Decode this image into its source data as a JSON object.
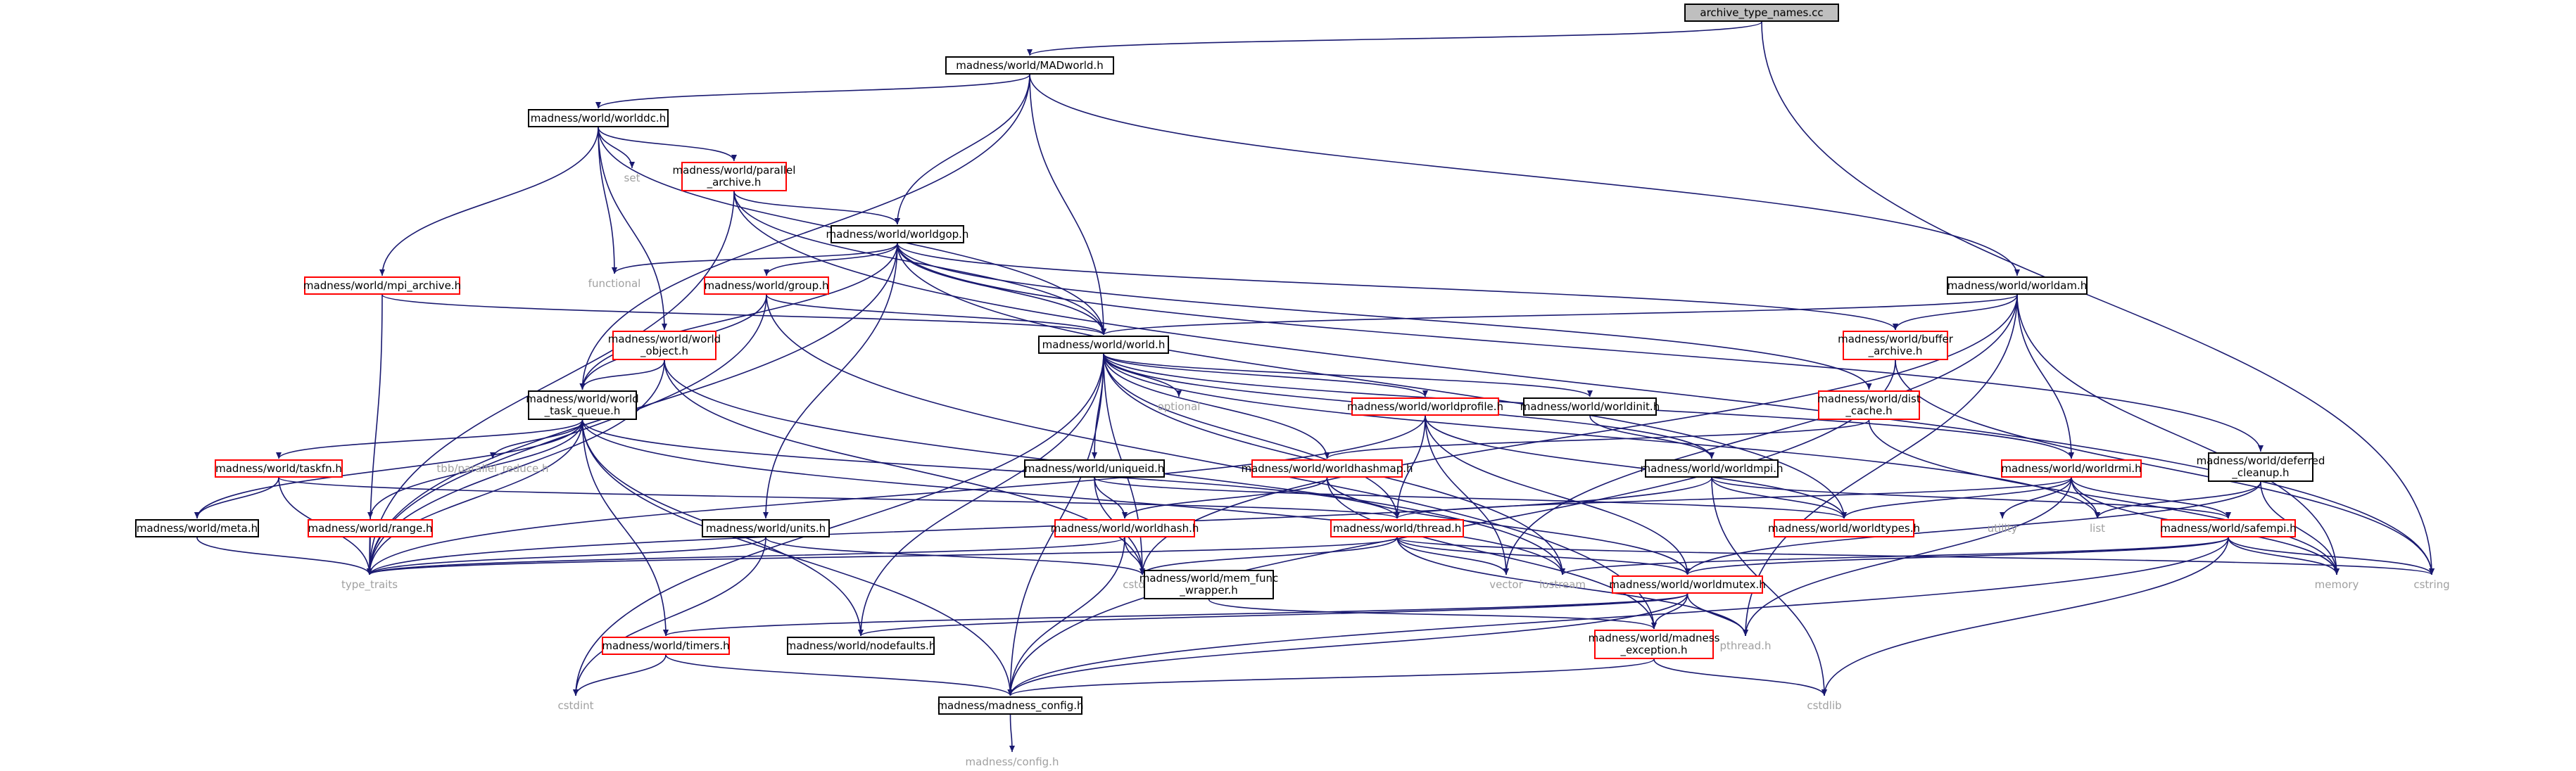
{
  "colors": {
    "edge": "#191970",
    "red_border": "#ff0000",
    "root_fill": "#bfbfbf",
    "system_text": "#a0a0a0"
  },
  "nodes": {
    "root": "archive_type_names.cc",
    "madworld": "madness/world/MADworld.h",
    "worlddc": "madness/world/worlddc.h",
    "parallel_archive": "madness/world/parallel\n_archive.h",
    "set": "set",
    "functional": "functional",
    "mpi_archive": "madness/world/mpi_archive.h",
    "worldgop": "madness/world/worldgop.h",
    "group": "madness/world/group.h",
    "world_object": "madness/world/world\n_object.h",
    "world_h": "madness/world/world.h",
    "optional": "optional",
    "worldam": "madness/world/worldam.h",
    "buffer_archive": "madness/world/buffer\n_archive.h",
    "dist_cache": "madness/world/dist\n_cache.h",
    "worldinit": "madness/world/worldinit.h",
    "worldprofile": "madness/world/worldprofile.h",
    "world_task_queue": "madness/world/world\n_task_queue.h",
    "tbb_parallel_reduce": "tbb/parallel_reduce.h",
    "taskfn": "madness/world/taskfn.h",
    "meta": "madness/world/meta.h",
    "range": "madness/world/range.h",
    "type_traits": "type_traits",
    "uniqueid": "madness/world/uniqueid.h",
    "worldhash": "madness/world/worldhash.h",
    "worldhashmap": "madness/world/worldhashmap.h",
    "worldmpi": "madness/world/worldmpi.h",
    "worldrmi": "madness/world/worldrmi.h",
    "deferred_cleanup": "madness/world/deferred\n_cleanup.h",
    "units": "madness/world/units.h",
    "worldthread": "madness/world/thread.h",
    "worldtypes": "madness/world/worldtypes.h",
    "utility": "utility",
    "list": "list",
    "safempi": "madness/world/safempi.h",
    "memory": "memory",
    "cstring": "cstring",
    "cstddef": "cstddef",
    "mem_func_wrapper": "madness/world/mem_func\n_wrapper.h",
    "vector": "vector",
    "iostream": "iostream",
    "worldmutex": "madness/world/worldmutex.h",
    "timers": "madness/world/timers.h",
    "nodefaults": "madness/world/nodefaults.h",
    "madness_exception": "madness/world/madness\n_exception.h",
    "pthread": "pthread.h",
    "cstdint": "cstdint",
    "madness_config": "madness/madness_config.h",
    "cstdlib": "cstdlib",
    "config": "madness/config.h"
  }
}
